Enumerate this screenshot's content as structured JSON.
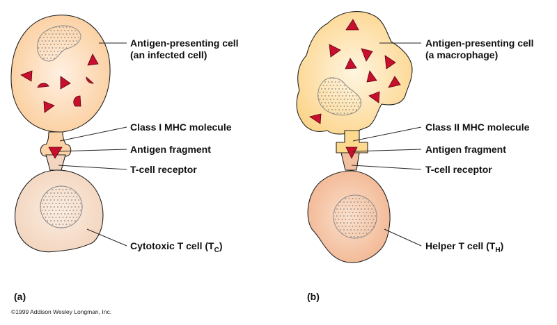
{
  "figure": {
    "panels": [
      {
        "id": "a",
        "panel_label": "(a)",
        "labels": {
          "apc_line1": "Antigen-presenting cell",
          "apc_line2": "(an infected cell)",
          "mhc": "Class I MHC molecule",
          "antigen_fragment": "Antigen fragment",
          "tcr": "T-cell receptor",
          "tcell_main": "Cytotoxic T cell (T",
          "tcell_sub": "C",
          "tcell_close": ")"
        }
      },
      {
        "id": "b",
        "panel_label": "(b)",
        "labels": {
          "apc_line1": "Antigen-presenting cell",
          "apc_line2": "(a macrophage)",
          "mhc": "Class II MHC molecule",
          "antigen_fragment": "Antigen fragment",
          "tcr": "T-cell receptor",
          "tcell_main": "Helper T cell (T",
          "tcell_sub": "H",
          "tcell_close": ")"
        }
      }
    ],
    "copyright": "©1999 Addison Wesley Longman, Inc."
  },
  "colors": {
    "antigen": "#c8102e",
    "infected_cell": "#fcd5b0",
    "macrophage": "#fde0a8",
    "cytotoxic_t_cell": "#f7ddc8",
    "helper_t_cell": "#f6c6a6",
    "mhc_class_i": "#fcd2a6",
    "mhc_class_ii": "#fdd98e",
    "tcr": "#f4d2b8"
  }
}
